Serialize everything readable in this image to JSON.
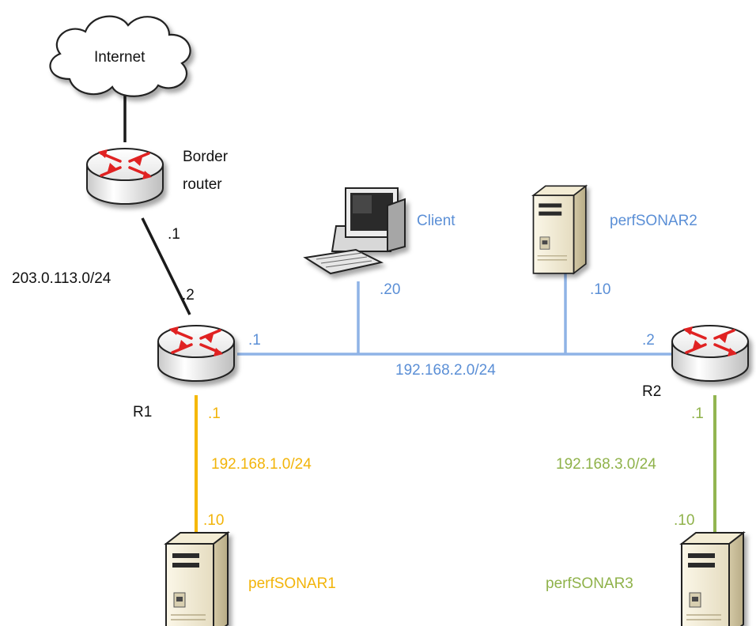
{
  "colors": {
    "black_link": "#1a1a1a",
    "blue_link": "#8fb3e6",
    "blue_text": "#5b8fd6",
    "orange_link": "#f5b800",
    "orange_text": "#f2b40a",
    "green_link": "#92b551",
    "green_text": "#8fb24a",
    "router_arrow": "#e02020"
  },
  "nodes": {
    "internet": {
      "label": "Internet",
      "icon": "cloud-icon"
    },
    "border_router": {
      "label_line1": "Border",
      "label_line2": "router",
      "icon": "router-icon"
    },
    "r1": {
      "label": "R1",
      "icon": "router-icon"
    },
    "r2": {
      "label": "R2",
      "icon": "router-icon"
    },
    "client": {
      "label": "Client",
      "icon": "desktop-computer-icon"
    },
    "perfsonar1": {
      "label": "perfSONAR1",
      "icon": "server-tower-icon"
    },
    "perfsonar2": {
      "label": "perfSONAR2",
      "icon": "server-tower-icon"
    },
    "perfsonar3": {
      "label": "perfSONAR3",
      "icon": "server-tower-icon"
    }
  },
  "networks": {
    "wan": {
      "subnet": "203.0.113.0/24",
      "border_host": ".1",
      "r1_host": ".2"
    },
    "lan2": {
      "subnet": "192.168.2.0/24",
      "r1_host": ".1",
      "client_host": ".20",
      "ps2_host": ".10",
      "r2_host": ".2"
    },
    "lan1": {
      "subnet": "192.168.1.0/24",
      "r1_host": ".1",
      "ps1_host": ".10"
    },
    "lan3": {
      "subnet": "192.168.3.0/24",
      "r2_host": ".1",
      "ps3_host": ".10"
    }
  }
}
